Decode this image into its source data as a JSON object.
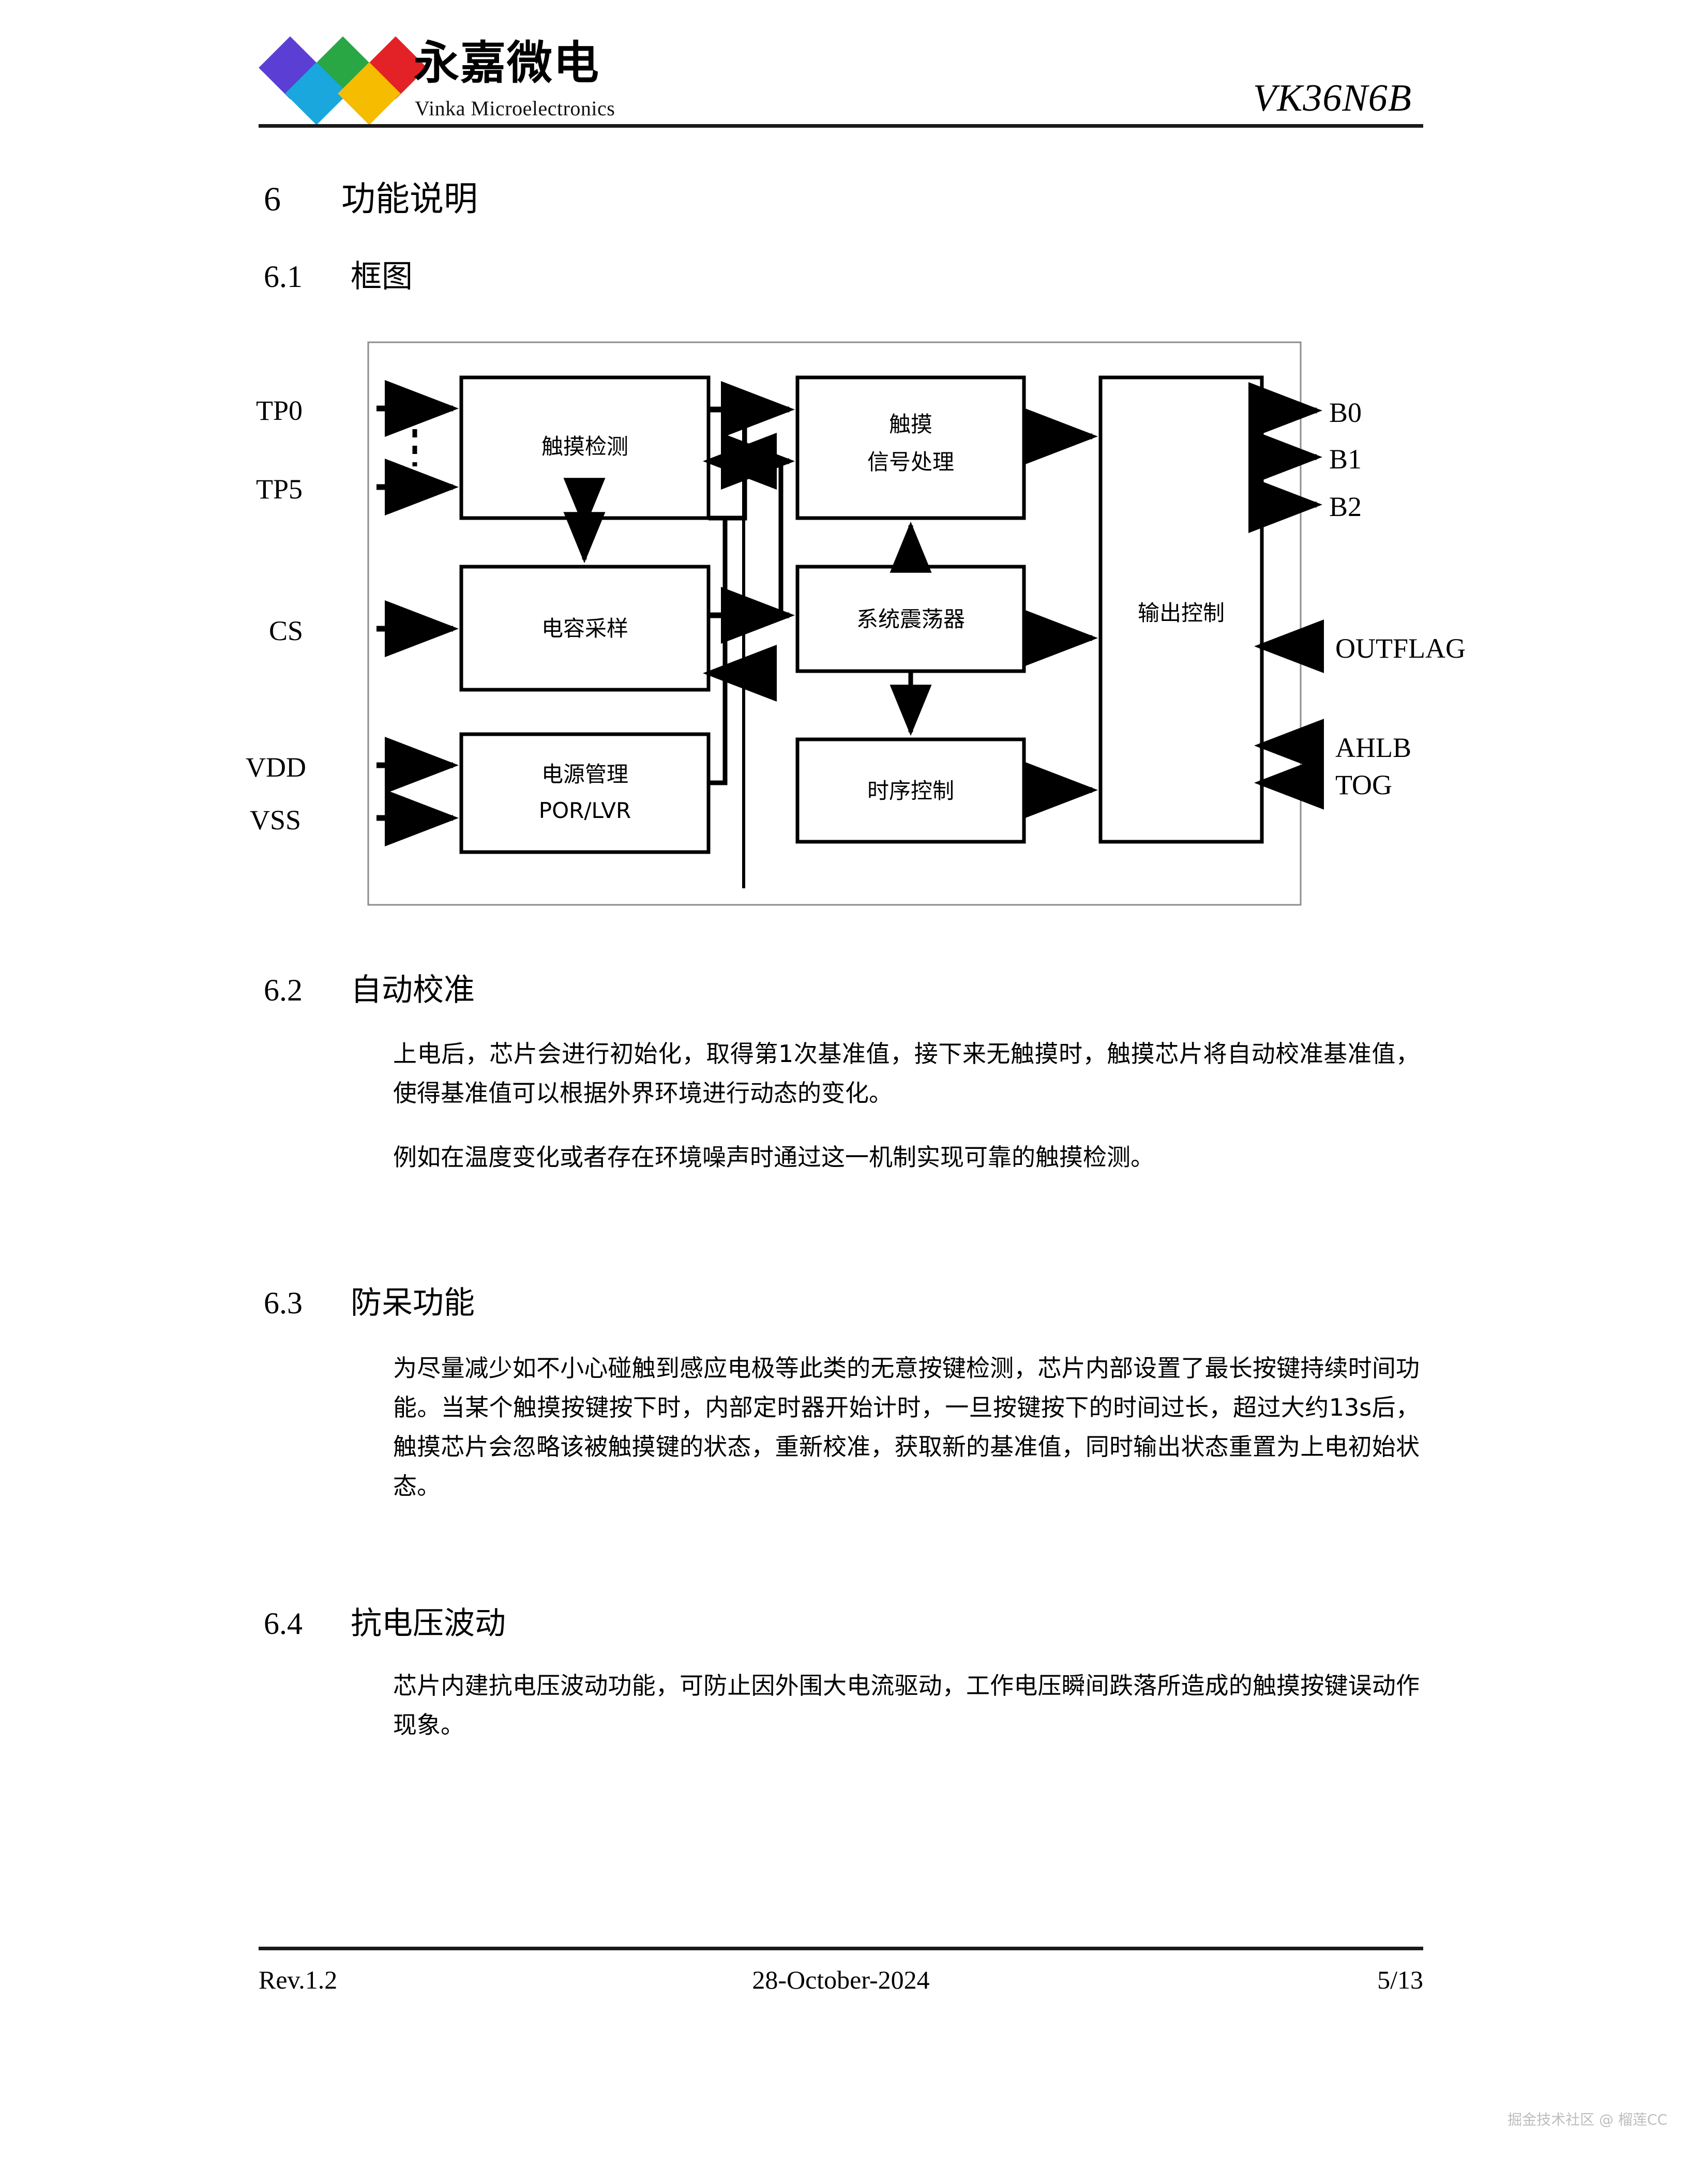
{
  "header": {
    "logo_cn": "永嘉微电",
    "logo_en": "Vinka Microelectronics",
    "part_number": "VK36N6B",
    "logo_colors": [
      "#5b3fd4",
      "#29a745",
      "#e32227",
      "#1aa7dd",
      "#f5bc00"
    ]
  },
  "sections": {
    "s6": {
      "num": "6",
      "title": "功能说明"
    },
    "s61": {
      "num": "6.1",
      "title": "框图"
    },
    "s62": {
      "num": "6.2",
      "title": "自动校准",
      "p1": "上电后，芯片会进行初始化，取得第1次基准值，接下来无触摸时，触摸芯片将自动校准基准值，使得基准值可以根据外界环境进行动态的变化。",
      "p2": "例如在温度变化或者存在环境噪声时通过这一机制实现可靠的触摸检测。"
    },
    "s63": {
      "num": "6.3",
      "title": "防呆功能",
      "p1": "为尽量减少如不小心碰触到感应电极等此类的无意按键检测，芯片内部设置了最长按键持续时间功能。当某个触摸按键按下时，内部定时器开始计时，一旦按键按下的时间过长，超过大约13s后，触摸芯片会忽略该被触摸键的状态，重新校准，获取新的基准值，同时输出状态重置为上电初始状态。"
    },
    "s64": {
      "num": "6.4",
      "title": "抗电压波动",
      "p1": "芯片内建抗电压波动功能，可防止因外围大电流驱动，工作电压瞬间跌落所造成的触摸按键误动作现象。"
    }
  },
  "diagram": {
    "blocks": {
      "touch_detect": "触摸检测",
      "cap_sample": "电容采样",
      "power_mgmt_l1": "电源管理",
      "power_mgmt_l2": "POR/LVR",
      "signal_proc_l1": "触摸",
      "signal_proc_l2": "信号处理",
      "sys_osc": "系统震荡器",
      "timing_ctrl": "时序控制",
      "output_ctrl": "输出控制"
    },
    "inputs": {
      "tp0": "TP0",
      "tp5": "TP5",
      "cs": "CS",
      "vdd": "VDD",
      "vss": "VSS"
    },
    "outputs": {
      "b0": "B0",
      "b1": "B1",
      "b2": "B2"
    },
    "right_inputs": {
      "outflag": "OUTFLAG",
      "ahlb": "AHLB",
      "tog": "TOG"
    }
  },
  "footer": {
    "revision": "Rev.1.2",
    "date": "28-October-2024",
    "page": "5/13"
  },
  "watermark": "掘金技术社区 @ 榴莲CC"
}
